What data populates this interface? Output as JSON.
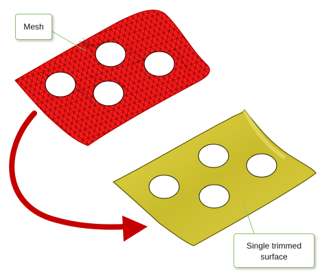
{
  "callouts": {
    "mesh": "Mesh",
    "surface_line1": "Single trimmed",
    "surface_line2": "surface"
  },
  "colors": {
    "mesh_fill": "#ff1a1a",
    "mesh_lines": "#2a0000",
    "surface_fill": "#d4c83a",
    "surface_edge": "#6b5f00",
    "arrow": "#c40000",
    "callout_border": "#8fbf6a"
  },
  "shapes": {
    "mesh": "triangulated red sheet with four elliptical holes",
    "surface": "yellow trimmed surface with four elliptical holes",
    "arrow": "curved red arrow from mesh to surface"
  }
}
